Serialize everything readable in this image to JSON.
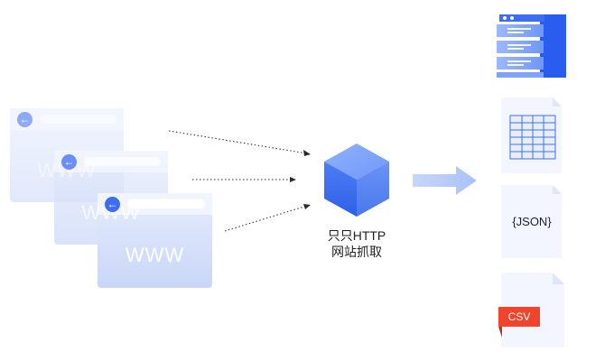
{
  "sources": {
    "arrow_glyph": "←",
    "window_text": "WWW"
  },
  "processor": {
    "line1": "只只HTTP",
    "line2": "网站抓取"
  },
  "outputs": {
    "json_label": "{JSON}",
    "csv_label": "CSV"
  },
  "colors": {
    "accent": "#3d6df2",
    "light_blue": "#dce4fa",
    "csv_red": "#f0442c"
  }
}
